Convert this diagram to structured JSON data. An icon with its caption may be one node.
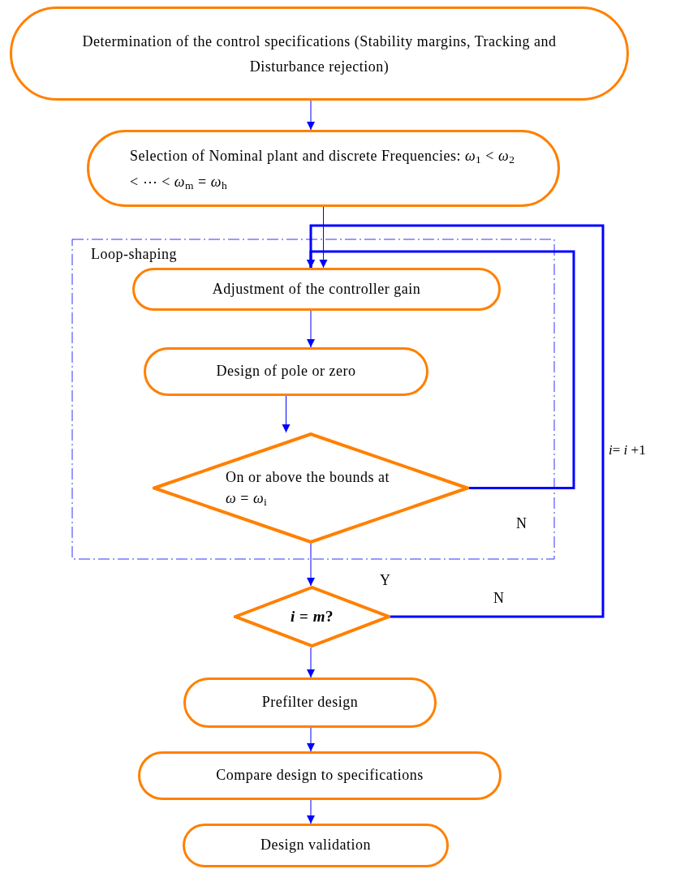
{
  "diagram": {
    "nodes": [
      {
        "text": [
          "Determination of the control specifications (Stability margins, Tracking and Disturbance rejection)"
        ]
      },
      {
        "text": [
          "Selection of Nominal plant and discrete Frequencies: *ω*$_{1}$ < *ω*$_{2}$ < ⋯ < *ω*$_{m}$ = *ω*$_{h}$"
        ]
      },
      {
        "text": [
          "Loop-shaping"
        ]
      },
      {
        "text": [
          "Adjustment of the controller gain"
        ],
        "in": 2
      },
      {
        "text": [
          "Design of pole or zero"
        ],
        "in": 2
      },
      {
        "text": [
          "On or above the bounds at *ω* = *ω*$_{i}$"
        ],
        "in": 2
      },
      {
        "text": [
          "*i* = *m*?"
        ]
      },
      {
        "text": [
          "Prefilter design"
        ]
      },
      {
        "text": [
          "Compare design to specifications"
        ]
      },
      {
        "text": [
          "Design validation"
        ]
      }
    ],
    "edges": [
      {
        "from": 0,
        "to": 1,
        "arrow": "to"
      },
      {
        "from": 1,
        "to": 3,
        "arrow": "to"
      },
      {
        "from": 3,
        "to": 4,
        "arrow": "to"
      },
      {
        "from": 4,
        "to": 5,
        "arrow": "to"
      },
      {
        "from": 5,
        "to": 6,
        "arrow": "to",
        "label": "Y"
      },
      {
        "from": 5,
        "to": 3,
        "arrow": "to",
        "label": "N",
        "style": "thick"
      },
      {
        "from": 6,
        "to": 3,
        "arrow": "to",
        "label": "N",
        "style": "thick"
      },
      {
        "from": 6,
        "to": 7,
        "arrow": "to"
      },
      {
        "from": 7,
        "to": 8,
        "arrow": "to"
      },
      {
        "from": 8,
        "to": 9,
        "arrow": "to"
      }
    ],
    "labels": [
      "*i*= *i* +1"
    ]
  }
}
